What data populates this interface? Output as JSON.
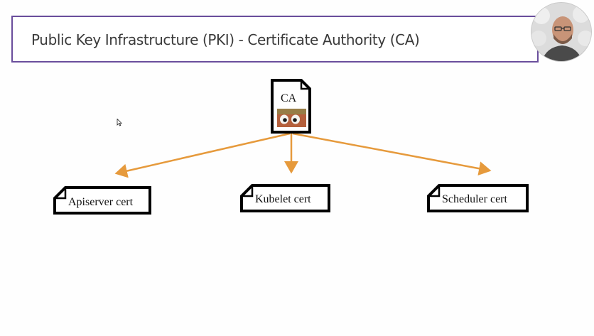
{
  "slide": {
    "title": "Public Key Infrastructure (PKI) - Certificate Authority (CA)"
  },
  "diagram": {
    "root": {
      "label": "CA",
      "icon": "mascot-eyes-icon"
    },
    "children": [
      {
        "label": "Apiserver cert"
      },
      {
        "label": "Kubelet cert"
      },
      {
        "label": "Scheduler cert"
      }
    ],
    "colors": {
      "arrow": "#e69a3c",
      "title_border": "#6a4e9c",
      "doc_border": "#000000"
    }
  },
  "presenter": {
    "icon": "presenter-avatar-icon"
  }
}
